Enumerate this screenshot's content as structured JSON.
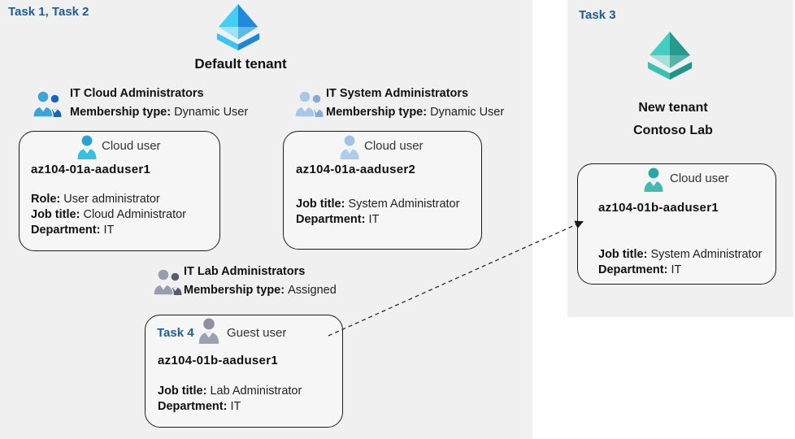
{
  "left_panel": {
    "task_label": "Task 1, Task 2",
    "tenant_name": "Default tenant"
  },
  "right_panel": {
    "task_label": "Task 3",
    "tenant_line1": "New tenant",
    "tenant_line2": "Contoso Lab"
  },
  "groups": [
    {
      "title": "IT Cloud Administrators",
      "membership_label": "Membership type:",
      "membership_value": "Dynamic User"
    },
    {
      "title": "IT System Administrators",
      "membership_label": "Membership type:",
      "membership_value": "Dynamic User"
    },
    {
      "title": "IT Lab Administrators",
      "membership_label": "Membership type:",
      "membership_value": "Assigned"
    }
  ],
  "cards": [
    {
      "user_type": "Cloud user",
      "name": "az104-01a-aaduser1",
      "fields": [
        {
          "label": "Role:",
          "value": "User administrator"
        },
        {
          "label": "Job title:",
          "value": "Cloud Administrator"
        },
        {
          "label": "Department:",
          "value": "IT"
        }
      ]
    },
    {
      "user_type": "Cloud user",
      "name": "az104-01a-aaduser2",
      "fields": [
        {
          "label": "Job title:",
          "value": "System Administrator"
        },
        {
          "label": "Department:",
          "value": "IT"
        }
      ]
    },
    {
      "task_label": "Task 4",
      "user_type": "Guest user",
      "name": "az104-01b-aaduser1",
      "fields": [
        {
          "label": "Job title:",
          "value": "Lab Administrator"
        },
        {
          "label": "Department:",
          "value": "IT"
        }
      ]
    },
    {
      "user_type": "Cloud user",
      "name": "az104-01b-aaduser1",
      "fields": [
        {
          "label": "Job title:",
          "value": "System Administrator"
        },
        {
          "label": "Department:",
          "value": "IT"
        }
      ]
    }
  ],
  "icons": {
    "default_tenant": "azure-ad-tenant-icon",
    "new_tenant": "azure-ad-tenant-icon-teal",
    "groups": "two-users-icon",
    "cloud_user": "user-icon",
    "guest_user": "user-icon-gray"
  },
  "colors": {
    "accent_blue": "#1f5c9d",
    "panel_bg": "#f0f0f0",
    "card_border": "#1c1c1c",
    "tenant_cyan": "#46cdf6",
    "tenant_blue": "#2089dc",
    "tenant_teal": "#28998e",
    "cloud_user_cyan": "#33c0e1",
    "cloud_user_pale_blue": "#aecdeb",
    "guest_user_gray": "#9da0b0",
    "cloud_user_teal": "#42b9b1"
  }
}
